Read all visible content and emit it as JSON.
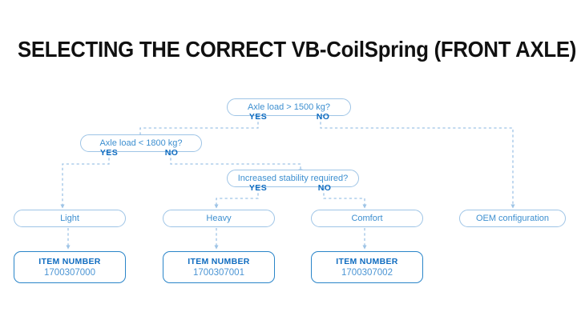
{
  "title": "SELECTING THE CORRECT VB-CoilSpring (FRONT AXLE)",
  "palette": {
    "title_color": "#101010",
    "pill_border": "#9ec4e6",
    "pill_text": "#3d8fd0",
    "label_blue": "#0f6cc0",
    "item_border": "#2a85c9",
    "item_number_text": "#4b95d4",
    "connector": "#9ec4e6",
    "background": "#ffffff"
  },
  "decisions": [
    {
      "id": "axle-load-1500",
      "text": "Axle load > 1500 kg?",
      "yes": "YES",
      "no": "NO"
    },
    {
      "id": "axle-load-1800",
      "text": "Axle load < 1800 kg?",
      "yes": "YES",
      "no": "NO"
    },
    {
      "id": "increased-stability",
      "text": "Increased stability required?",
      "yes": "YES",
      "no": "NO"
    }
  ],
  "results": [
    {
      "id": "light",
      "label": "Light"
    },
    {
      "id": "heavy",
      "label": "Heavy"
    },
    {
      "id": "comfort",
      "label": "Comfort"
    },
    {
      "id": "oem",
      "label": "OEM configuration"
    }
  ],
  "items": [
    {
      "id": "item-light",
      "caption": "ITEM NUMBER",
      "number": "1700307000"
    },
    {
      "id": "item-heavy",
      "caption": "ITEM NUMBER",
      "number": "1700307001"
    },
    {
      "id": "item-comfort",
      "caption": "ITEM NUMBER",
      "number": "1700307002"
    }
  ]
}
